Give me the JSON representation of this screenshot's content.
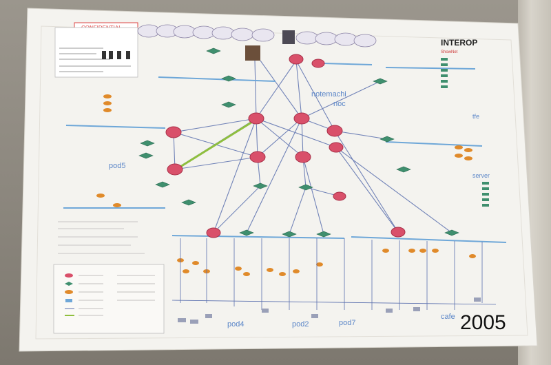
{
  "poster": {
    "badge": "CONFIDENTIAL",
    "brand": "INTEROP",
    "subtitle": "ShowNet",
    "year": "2005",
    "zones": [
      "notemachi",
      "noc",
      "pod5",
      "pod4",
      "pod2",
      "pod7",
      "cafe",
      "tfe",
      "server"
    ]
  },
  "colors": {
    "paper": "#f4f3ef",
    "router": "#d9506a",
    "switch": "#3f8f6e",
    "link": "#5a6fae",
    "accent_link": "#8fbf3e",
    "orange_node": "#e08a2a",
    "blue_bar": "#6ea7d8",
    "text_dark": "#222222",
    "text_blue": "#5b86c8"
  }
}
